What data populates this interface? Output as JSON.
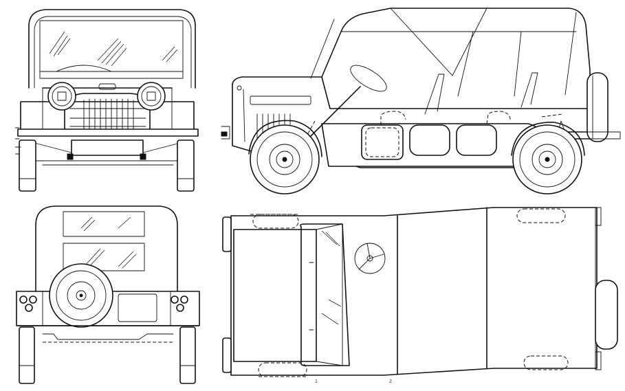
{
  "sheet": {
    "views": [
      "front",
      "side",
      "rear",
      "top"
    ],
    "marks": {
      "top_left_tick": "1",
      "top_right_tick": "2"
    },
    "colors": {
      "ink": "#111111",
      "paper": "#ffffff"
    }
  }
}
